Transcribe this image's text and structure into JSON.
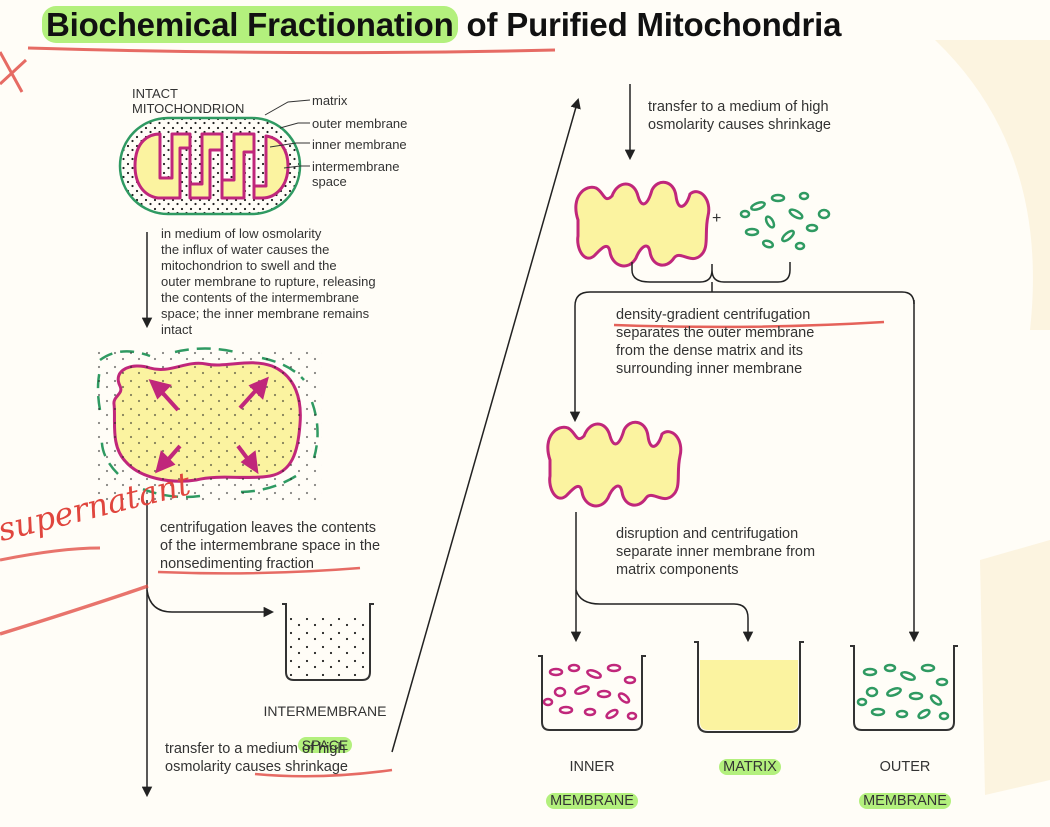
{
  "title": {
    "highlighted": "Biochemical Fractionation",
    "rest": " of Purified Mitochondria"
  },
  "labels": {
    "intact_mitochondrion": "INTACT\nMITOCHONDRION",
    "matrix": "matrix",
    "outer_membrane": "outer membrane",
    "inner_membrane": "inner membrane",
    "intermembrane_space": "intermembrane\nspace"
  },
  "steps": {
    "low_osmolarity": "in medium of low osmolarity\nthe influx of water causes the\nmitochondrion to swell and the\nouter membrane to rupture, releasing\nthe contents of the intermembrane\nspace; the inner membrane remains\nintact",
    "centrifugation_supernatant": "centrifugation leaves the contents\nof the intermembrane space in the\nnonsedimenting fraction",
    "transfer_high_osmolarity_left": "transfer to a medium of high\nosmolarity causes shrinkage",
    "transfer_high_osmolarity_right": "transfer to a medium of high\nosmolarity causes shrinkage",
    "density_gradient": "density-gradient centrifugation",
    "density_gradient_rest": "separates the outer membrane\nfrom the dense matrix and its\nsurrounding inner membrane",
    "disruption": "disruption and centrifugation\nseparate inner membrane from\nmatrix components",
    "plus": "+"
  },
  "fractions": {
    "intermembrane_line1": "INTERMEMBRANE",
    "intermembrane_line2": "SPACE",
    "inner_line1": "INNER",
    "inner_line2": "MEMBRANE",
    "matrix": "MATRIX",
    "outer_line1": "OUTER",
    "outer_line2": "MEMBRANE"
  },
  "annotation": {
    "handwritten": "supernatant"
  },
  "colors": {
    "matrix_fill": "#fbf3a0",
    "inner_membrane": "#c0277b",
    "outer_membrane": "#2f9a62",
    "highlight": "#b3f07d",
    "annotation": "#e0463e"
  }
}
